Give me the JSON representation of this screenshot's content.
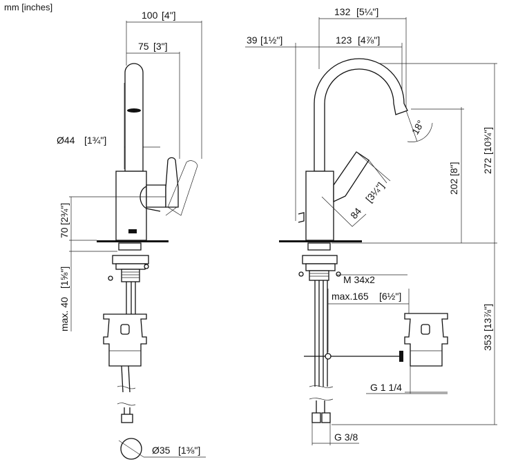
{
  "units_note": "mm [inches]",
  "side_view": {
    "dim_width_total": "100",
    "dim_width_total_in": "[4\"]",
    "dim_width_handle": "75",
    "dim_width_handle_in": "[3\"]",
    "dim_diameter": "Ø44",
    "dim_diameter_in": "[1¾\"]",
    "dim_base_height": "70",
    "dim_base_height_in": "[2¾\"]",
    "dim_max_thickness": "max. 40",
    "dim_max_thickness_in": "[1⅝\"]",
    "dim_hole_diameter": "Ø35",
    "dim_hole_diameter_in": "[1⅜\"]"
  },
  "front_view": {
    "dim_projection": "132",
    "dim_projection_in": "[5¼\"]",
    "dim_offset": "39",
    "dim_offset_in": "[1½\"]",
    "dim_spout_reach": "123",
    "dim_spout_reach_in": "[4⅞\"]",
    "dim_angle": "18°",
    "dim_lever": "84",
    "dim_lever_in": "[3¼\"]",
    "dim_spout_height": "202",
    "dim_spout_height_in": "[8\"]",
    "dim_total_height": "272",
    "dim_total_height_in": "[10¾\"]",
    "dim_thread": "M 34x2",
    "dim_max_reach": "max.165",
    "dim_max_reach_in": "[6½\"]",
    "dim_below_deck": "353",
    "dim_below_deck_in": "[13⅞\"]",
    "dim_waste_thread": "G 1 1/4",
    "dim_supply_thread": "G 3/8"
  }
}
